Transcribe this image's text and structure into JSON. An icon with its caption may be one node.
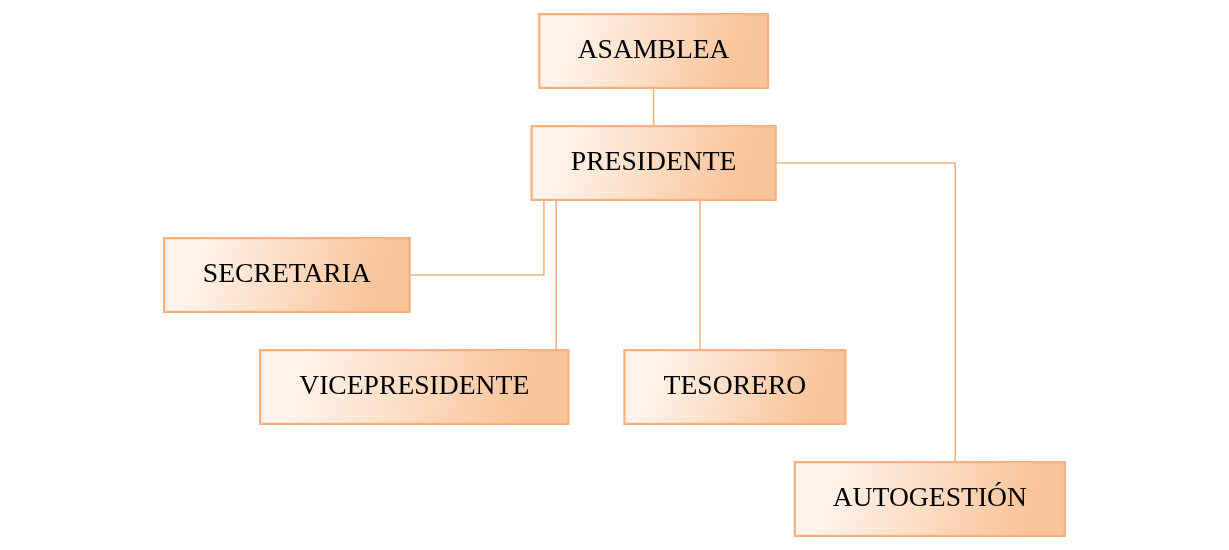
{
  "diagram": {
    "nodes": [
      {
        "text": [
          "ASAMBLEA"
        ]
      },
      {
        "text": [
          "PRESIDENTE"
        ]
      },
      {
        "text": [
          "SECRETARIA"
        ]
      },
      {
        "text": [
          "VICEPRESIDENTE"
        ]
      },
      {
        "text": [
          "TESORERO"
        ]
      },
      {
        "text": [
          "AUTOGESTIÓN"
        ]
      }
    ],
    "edges": [
      {
        "from": 0,
        "to": 1,
        "arrow": "none"
      },
      {
        "from": 1,
        "to": 2,
        "arrow": "none"
      },
      {
        "from": 1,
        "to": 3,
        "arrow": "none"
      },
      {
        "from": 1,
        "to": 4,
        "arrow": "none"
      },
      {
        "from": 1,
        "to": 5,
        "arrow": "none"
      }
    ]
  }
}
